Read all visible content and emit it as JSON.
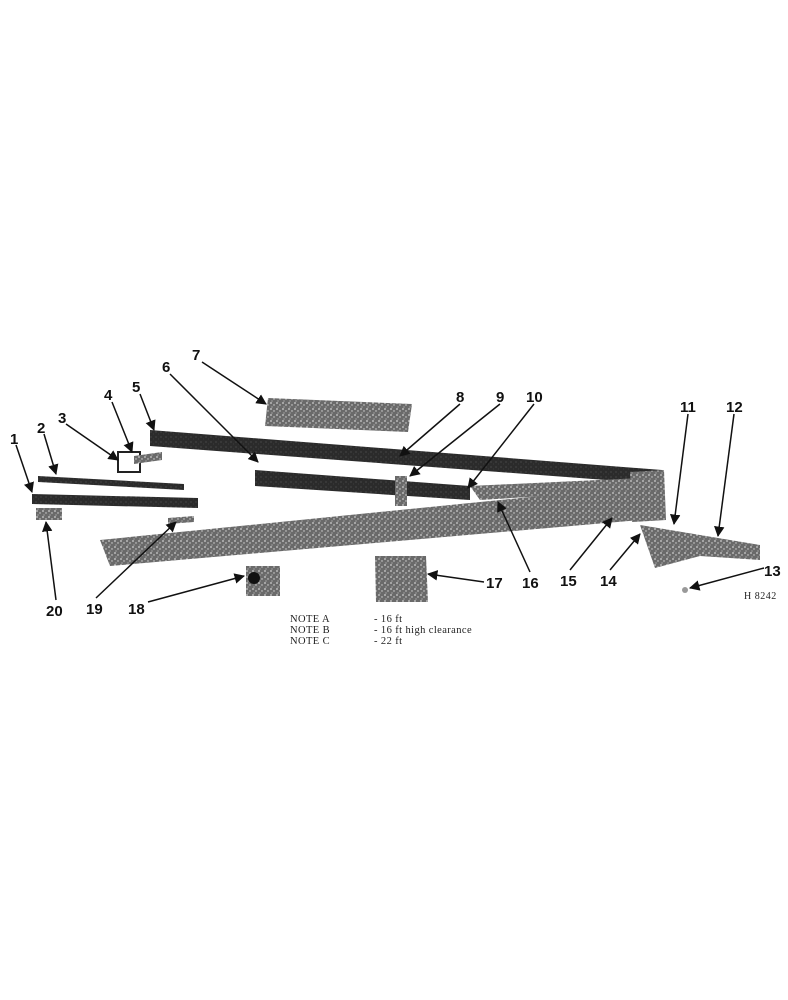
{
  "diagram": {
    "reference": "H 8242",
    "callouts": [
      "1",
      "2",
      "3",
      "4",
      "5",
      "6",
      "7",
      "8",
      "9",
      "10",
      "11",
      "12",
      "13",
      "14",
      "15",
      "16",
      "17",
      "18",
      "19",
      "20"
    ],
    "notes": [
      {
        "label": "NOTE A",
        "value": "- 16 ft"
      },
      {
        "label": "NOTE B",
        "value": "- 16 ft high clearance"
      },
      {
        "label": "NOTE C",
        "value": "- 22 ft"
      }
    ]
  }
}
